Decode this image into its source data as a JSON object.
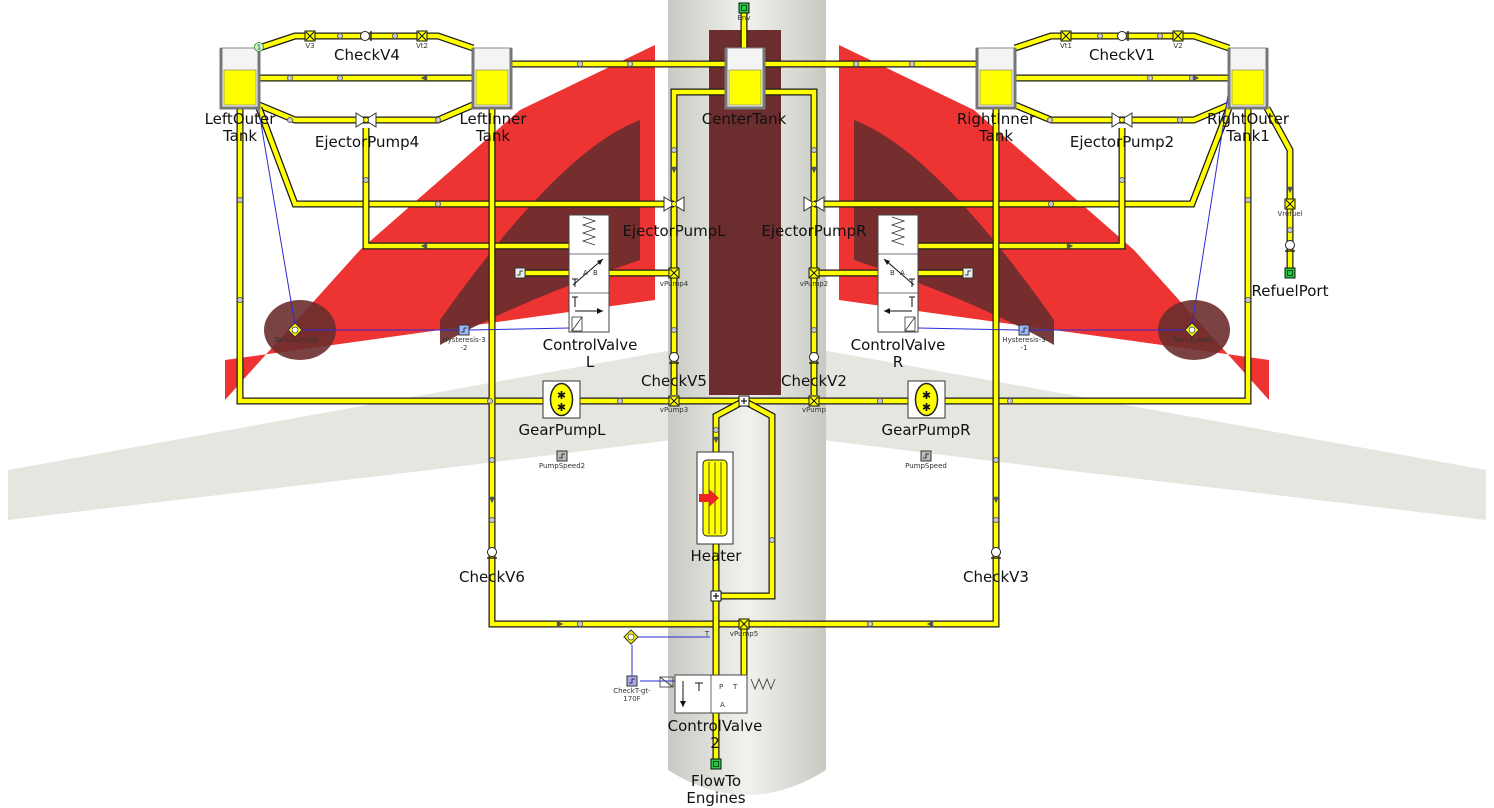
{
  "labels": {
    "left_outer_tank": [
      "LeftOuter",
      "Tank"
    ],
    "left_inner_tank": [
      "LeftInner",
      "Tank"
    ],
    "center_tank": "CenterTank",
    "right_inner_tank": [
      "RightInner",
      "Tank"
    ],
    "right_outer_tank": [
      "RightOuter",
      "Tank1"
    ],
    "check_v4": "CheckV4",
    "check_v1": "CheckV1",
    "ejector_pump4": "EjectorPump4",
    "ejector_pump2": "EjectorPump2",
    "ejector_pump_l": "EjectorPumpL",
    "ejector_pump_r": "EjectorPumpR",
    "control_valve_l": [
      "ControlValve",
      "L"
    ],
    "control_valve_r": [
      "ControlValve",
      "R"
    ],
    "check_v5": "CheckV5",
    "check_v2": "CheckV2",
    "gear_pump_l": "GearPumpL",
    "gear_pump_r": "GearPumpR",
    "heater": "Heater",
    "check_v6": "CheckV6",
    "check_v3": "CheckV3",
    "control_valve_2": [
      "ControlValve",
      "2"
    ],
    "flow_to_engines": [
      "FlowTo",
      "Engines"
    ],
    "refuel_port": "RefuelPort"
  },
  "small_labels": {
    "env": "Env",
    "v3": "V3",
    "vt2": "Vt2",
    "vt1": "Vt1",
    "v2": "V2",
    "vrefuel": "Vrefuel",
    "vpump4": "vPump4",
    "vpump2": "vPump2",
    "vpump3": "vPump3",
    "vpump": "vPump",
    "vpump5": "vPump5",
    "tank2level2": "Tank2Level2",
    "tank2level": "Tank2Level",
    "hysteresis_left": [
      "Hysteresis-3",
      "-2"
    ],
    "hysteresis_right": [
      "Hysteresis-3",
      "-1"
    ],
    "pump_speed2": "PumpSpeed2",
    "pump_speed": "PumpSpeed",
    "check_t": [
      "CheckT-gt-",
      "170F"
    ],
    "valve_letters": [
      "A",
      "B",
      "T",
      "P"
    ],
    "tank_badge": "1",
    "sensor_t": "T"
  },
  "colors": {
    "fuel": "#ffff00",
    "pipe_outline": "#1a1a1a",
    "signal": "#2b2bd6",
    "wing_red": "#ee3333",
    "wing_dark": "#6b2d2d",
    "fuselage": "#d9d9d4",
    "wing_white": "#e6e6e1",
    "boundary_green": "#22cc44",
    "heater_arrow": "#ee2222"
  },
  "icons": {
    "tank": "fuel-tank-icon",
    "check_valve": "check-valve-icon",
    "ejector_pump": "ejector-pump-icon",
    "gear_pump": "gear-pump-icon",
    "control_valve": "directional-control-valve-icon",
    "heater": "heat-exchanger-icon",
    "sensor": "velocity-sensor-icon",
    "level_sensor": "level-sensor-icon",
    "hysteresis": "hysteresis-block-icon",
    "speed_source": "speed-source-icon",
    "boundary": "boundary-port-icon",
    "junction": "flow-junction-icon"
  }
}
